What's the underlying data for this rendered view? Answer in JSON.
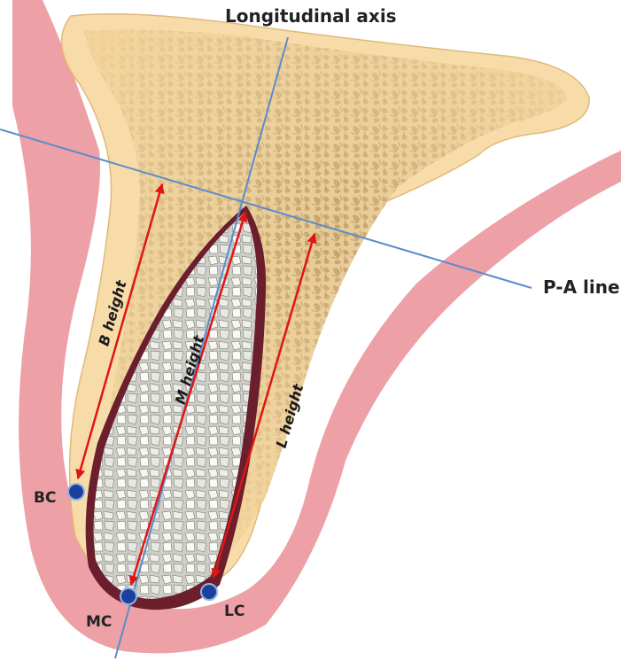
{
  "labels": {
    "longitudinal_axis": "Longitudinal axis",
    "pa_line": "P-A line",
    "b_height": "B height",
    "m_height": "M height",
    "l_height": "L height",
    "bc": "BC",
    "mc": "MC",
    "lc": "LC"
  },
  "colors": {
    "soft_tissue": "#eda0a6",
    "bone": "#f7dcaa",
    "trabecular": "#c8a771",
    "socket": "#6b1f2d",
    "graft": "#efefe8",
    "reference_lines": "#5b8ccc",
    "arrows": "#e01515",
    "landmark_points": "#1e3f9a"
  }
}
